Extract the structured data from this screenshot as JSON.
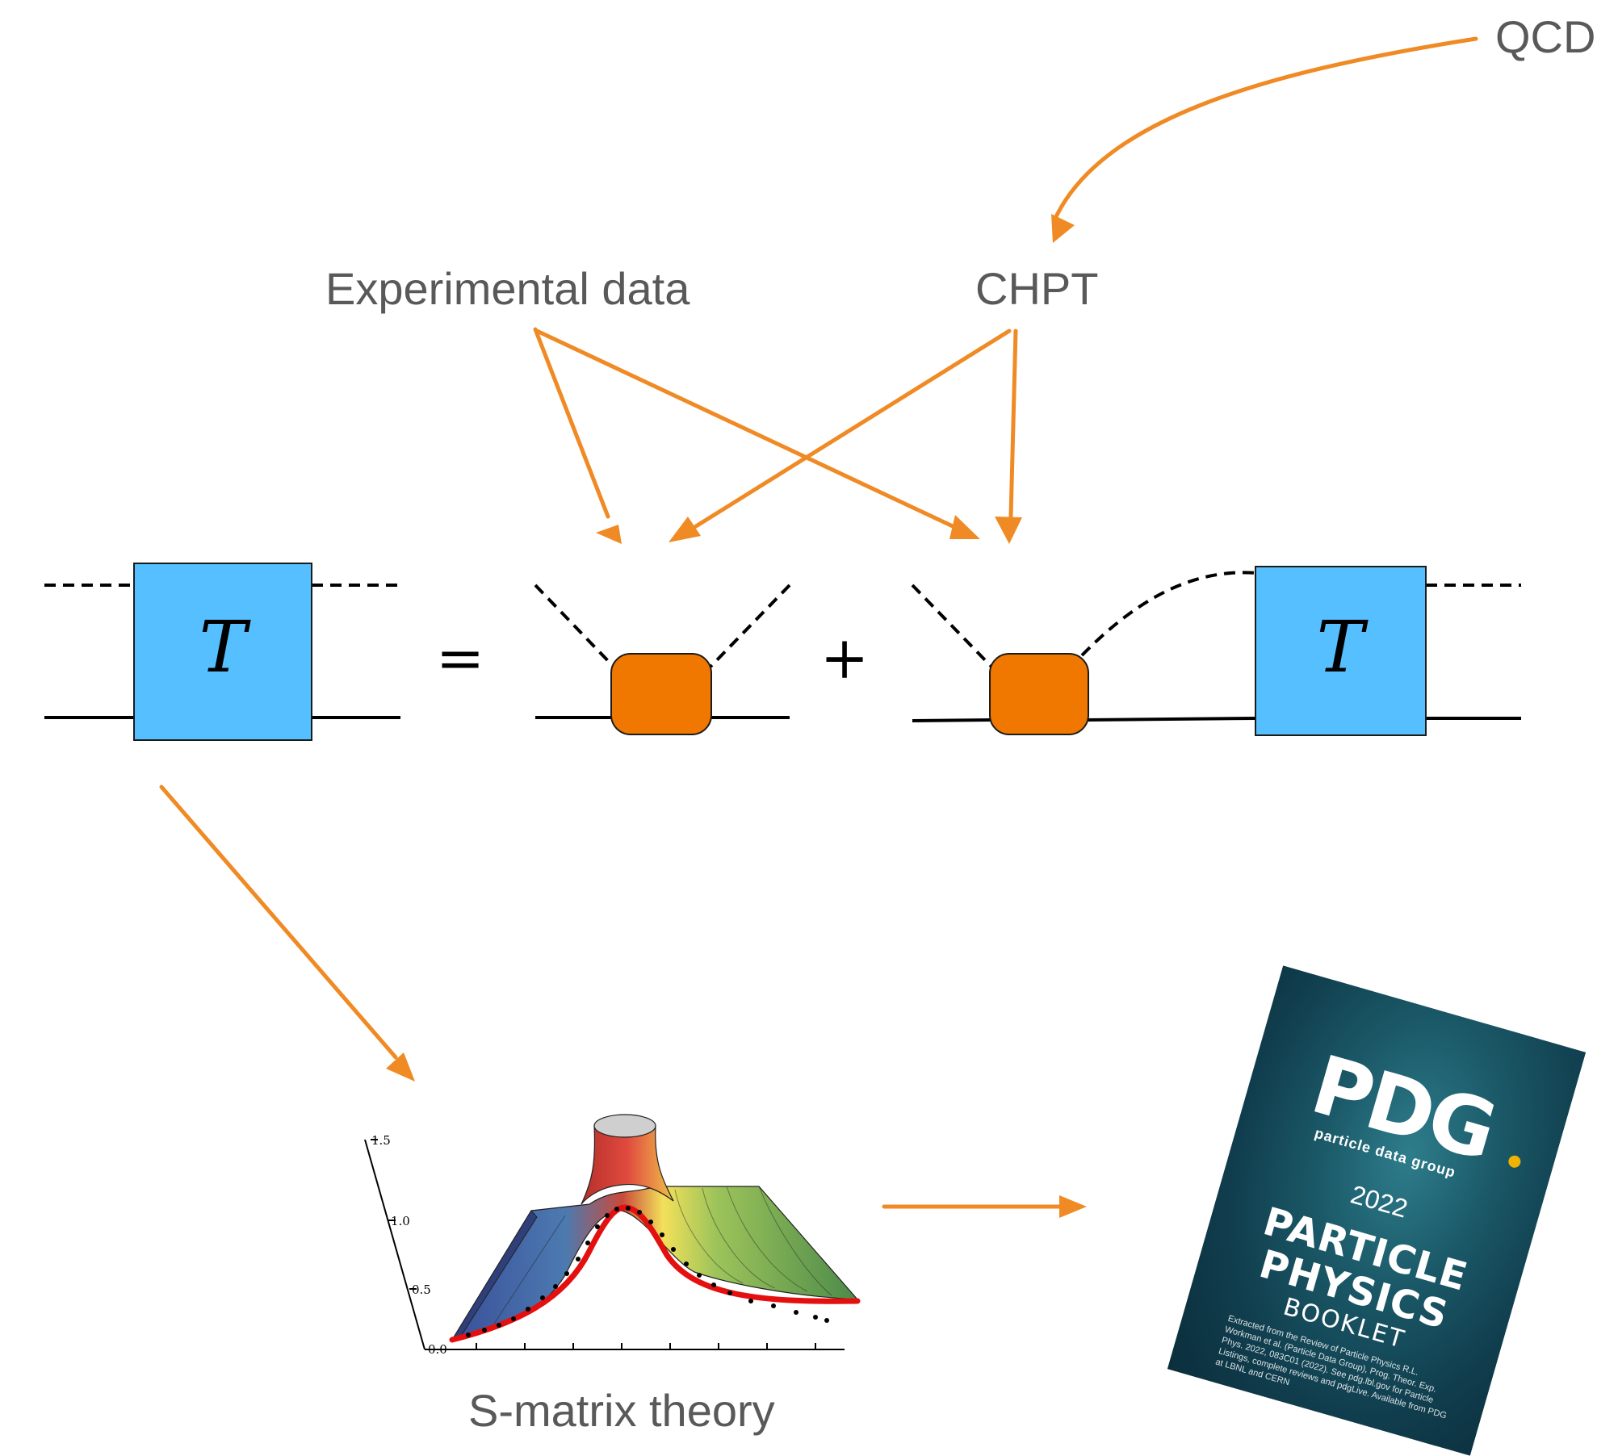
{
  "labels": {
    "qcd": "QCD",
    "chpt": "CHPT",
    "experimental": "Experimental data",
    "smatrix": "S-matrix theory"
  },
  "equation": {
    "t_left": "T",
    "t_right": "T",
    "equals": "=",
    "plus": "+"
  },
  "plot": {
    "ticks": [
      "1.5",
      "1.0",
      "0.5",
      "0.0"
    ]
  },
  "booklet": {
    "logo": "PDG",
    "logo_sub": "particle data group",
    "year": "2022",
    "title_line1": "PARTICLE",
    "title_line2": "PHYSICS",
    "title_line3": "BOOKLET",
    "fine_print": "Extracted from the Review of Particle Physics R.L. Workman et al. (Particle Data Group), Prog. Theor. Exp. Phys. 2022, 083C01 (2022). See pdg.lbl.gov for Particle Listings, complete reviews and pdgLive. Available from PDG at LBNL and CERN"
  },
  "colors": {
    "arrow": "#f08a24",
    "t_box": "#55bfff",
    "vertex": "#f07800",
    "label": "#595959"
  }
}
